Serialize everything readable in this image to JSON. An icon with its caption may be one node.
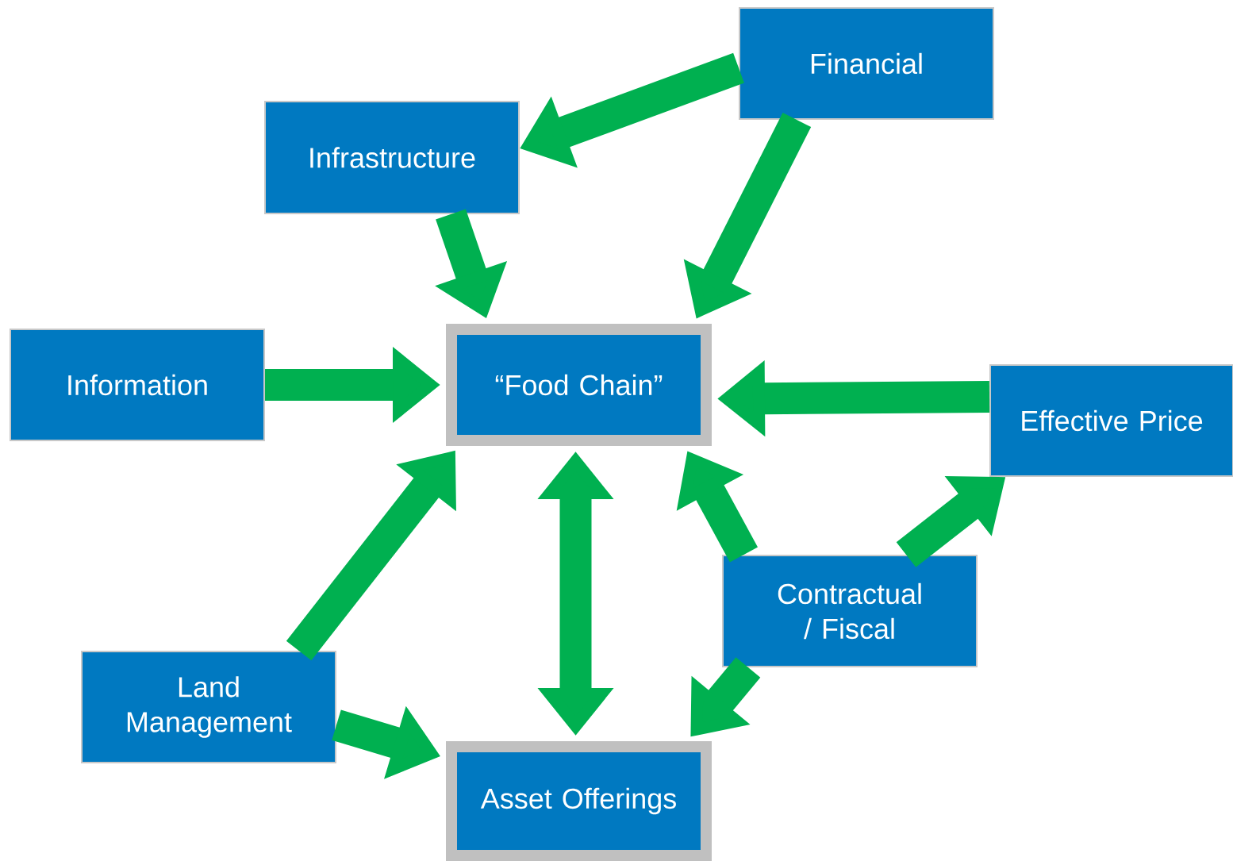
{
  "diagram": {
    "nodes": [
      {
        "text": [
          "Financial"
        ]
      },
      {
        "text": [
          "Infrastructure"
        ]
      },
      {
        "text": [
          "Information"
        ]
      },
      {
        "text": [
          "“Food Chain”"
        ]
      },
      {
        "text": [
          "Effective Price"
        ]
      },
      {
        "text": [
          "Contractual / Fiscal"
        ]
      },
      {
        "text": [
          "Land Management"
        ]
      },
      {
        "text": [
          "Asset Offerings"
        ]
      }
    ],
    "edges": [
      {
        "from": 0,
        "to": 1,
        "arrow": "to"
      },
      {
        "from": 1,
        "to": 3,
        "arrow": "to"
      },
      {
        "from": 0,
        "to": 3,
        "arrow": "to"
      },
      {
        "from": 2,
        "to": 3,
        "arrow": "to"
      },
      {
        "from": 4,
        "to": 3,
        "arrow": "to"
      },
      {
        "from": 3,
        "to": 7,
        "arrow": "both"
      },
      {
        "from": 6,
        "to": 3,
        "arrow": "to"
      },
      {
        "from": 5,
        "to": 3,
        "arrow": "to"
      },
      {
        "from": 5,
        "to": 4,
        "arrow": "to"
      },
      {
        "from": 6,
        "to": 7,
        "arrow": "to"
      },
      {
        "from": 5,
        "to": 7,
        "arrow": "to"
      }
    ]
  }
}
